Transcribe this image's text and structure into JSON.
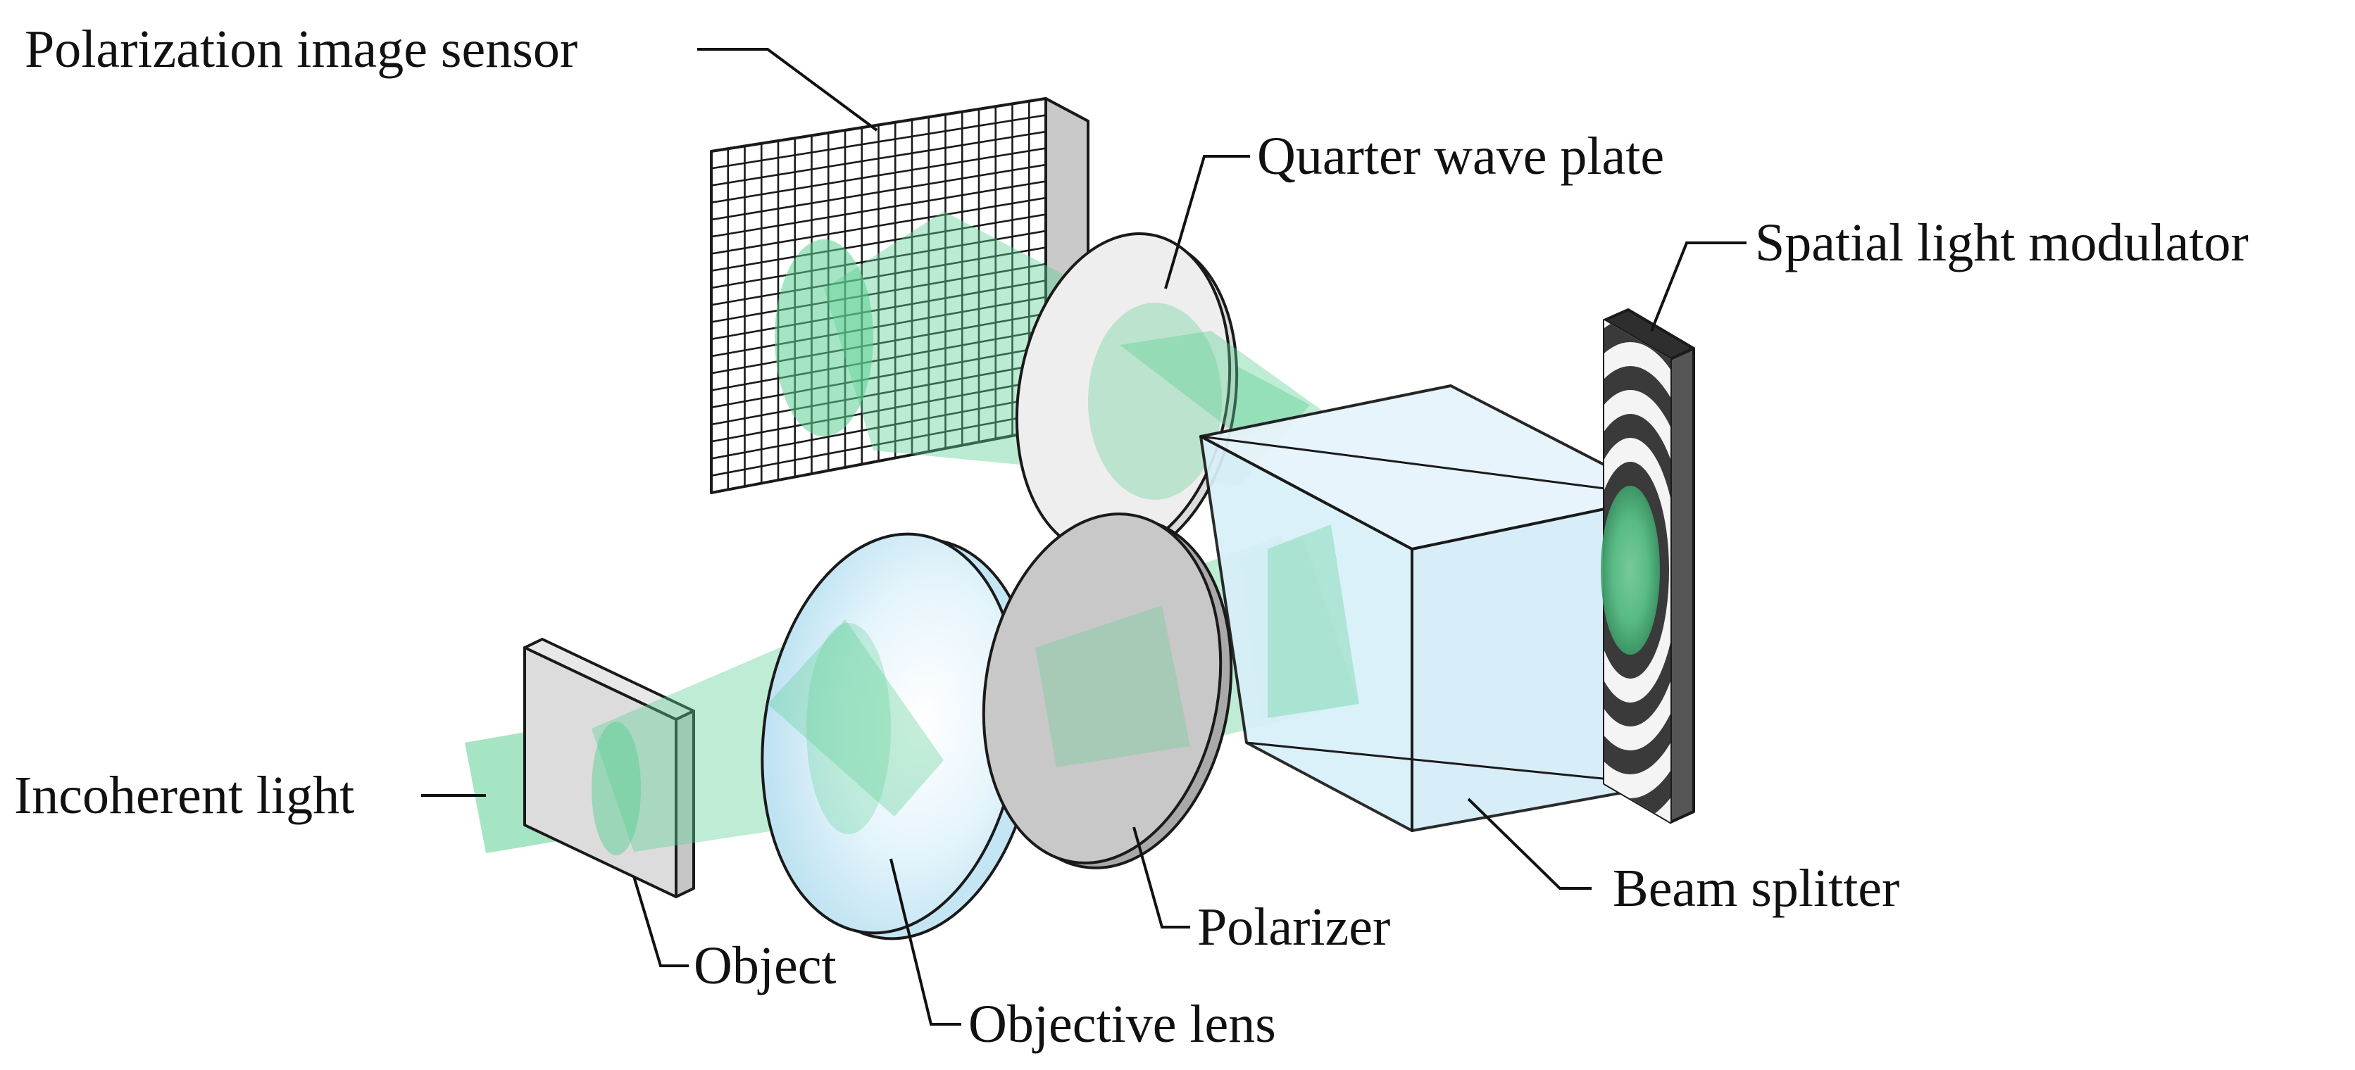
{
  "labels": {
    "sensor": "Polarization image sensor",
    "quarter_wave_plate": "Quarter wave plate",
    "slm": "Spatial light modulator",
    "incoherent_light": "Incoherent light",
    "beam_splitter": "Beam splitter",
    "polarizer": "Polarizer",
    "object": "Object",
    "objective_lens": "Objective lens"
  },
  "colors": {
    "beam": "#5ccf93",
    "splitter_fill": "#d9f0fa",
    "lens_fill": "#dff2fb",
    "polarizer_fill": "#c8c8c8",
    "plate_fill": "#eeeeee",
    "sensor_fill": "#ffffff",
    "sensor_side": "#c9c9c9",
    "slm_frame": "#555555"
  }
}
